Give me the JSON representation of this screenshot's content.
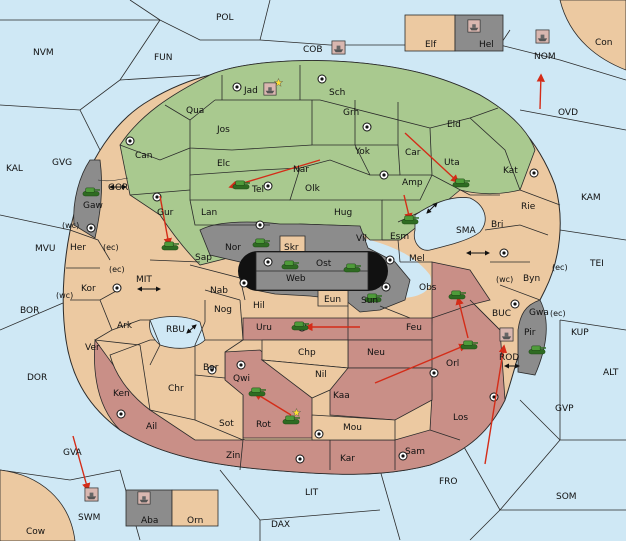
{
  "map": {
    "sea_labels": {
      "pol": "POL",
      "nvm": "NVM",
      "fun": "FUN",
      "cob": "COB",
      "con": "Con",
      "nom": "NOM",
      "ovd": "OVD",
      "kal": "KAL",
      "gvg": "GVG",
      "gor": "GOR",
      "kam": "KAM",
      "mvu": "MVU",
      "sma": "SMA",
      "tei": "TEI",
      "bor": "BOR",
      "mit": "MIT",
      "rbu": "RBU",
      "kup": "KUP",
      "buc": "BUC",
      "dor": "DOR",
      "rod": "ROD",
      "alt": "ALT",
      "gvp": "GVP",
      "gva": "GVA",
      "fro": "FRO",
      "som": "SOM",
      "lit": "LIT",
      "swm": "SWM",
      "cow": "Cow",
      "dax": "DAX"
    },
    "green_labels": {
      "jad": "Jad",
      "sch": "Sch",
      "qua": "Qua",
      "jos": "Jos",
      "grh": "Grh",
      "eld": "Eld",
      "can": "Can",
      "elc": "Elc",
      "nar": "Nar",
      "yok": "Yok",
      "car": "Car",
      "uta": "Uta",
      "kat": "Kat",
      "tel": "Tel",
      "olk": "Olk",
      "amp": "Amp",
      "gur": "Gur",
      "lan": "Lan",
      "hug": "Hug",
      "esm": "Esm",
      "sap": "Sap"
    },
    "tan_labels": {
      "elf": "Elf",
      "her": "Her",
      "kor": "Kor",
      "ark": "Ark",
      "ver": "Ver",
      "rie": "Rie",
      "bri": "Bri",
      "byn": "Byn",
      "vil": "Vil",
      "mel": "Mel",
      "nab": "Nab",
      "nog": "Nog",
      "hil": "Hil",
      "chp": "Chp",
      "nil": "Nil",
      "bar": "Bar",
      "chr": "Chr",
      "sot": "Sot",
      "mou": "Mou",
      "orn": "Orn"
    },
    "red_labels": {
      "ken": "Ken",
      "ail": "Ail",
      "zin": "Zin",
      "kar": "Kar",
      "sam": "Sam",
      "los": "Los",
      "orl": "Orl",
      "obs": "Obs",
      "feu": "Feu",
      "uru": "Uru",
      "neu": "Neu",
      "kaa": "Kaa",
      "qwi": "Qwi",
      "rot": "Rot"
    },
    "grey_labels": {
      "hel": "Hel",
      "gaw": "Gaw",
      "nor": "Nor",
      "skr": "Skr",
      "ost": "Ost",
      "web": "Web",
      "eun": "Eun",
      "sun": "Sun",
      "gwa": "Gwa",
      "pir": "Pir",
      "aba": "Aba"
    },
    "coast_tags": {
      "wc1": "(wc)",
      "ec1": "(ec)",
      "ec2": "(ec)",
      "wc2": "(wc)",
      "wc3": "(wc)",
      "ec3": "(ec)",
      "ec4": "(ec)"
    },
    "colors": {
      "sea": "#cfe8f5",
      "green": "#a9c98f",
      "tan": "#ecc9a1",
      "red": "#c98f87",
      "grey": "#8c8c8c",
      "arrow": "#d42c18",
      "army": "#3f8a2f"
    },
    "icons": {
      "army": "tank-icon",
      "fleet": "ship-icon",
      "dislodged": "star-icon",
      "supply": "supply-center-icon"
    }
  }
}
